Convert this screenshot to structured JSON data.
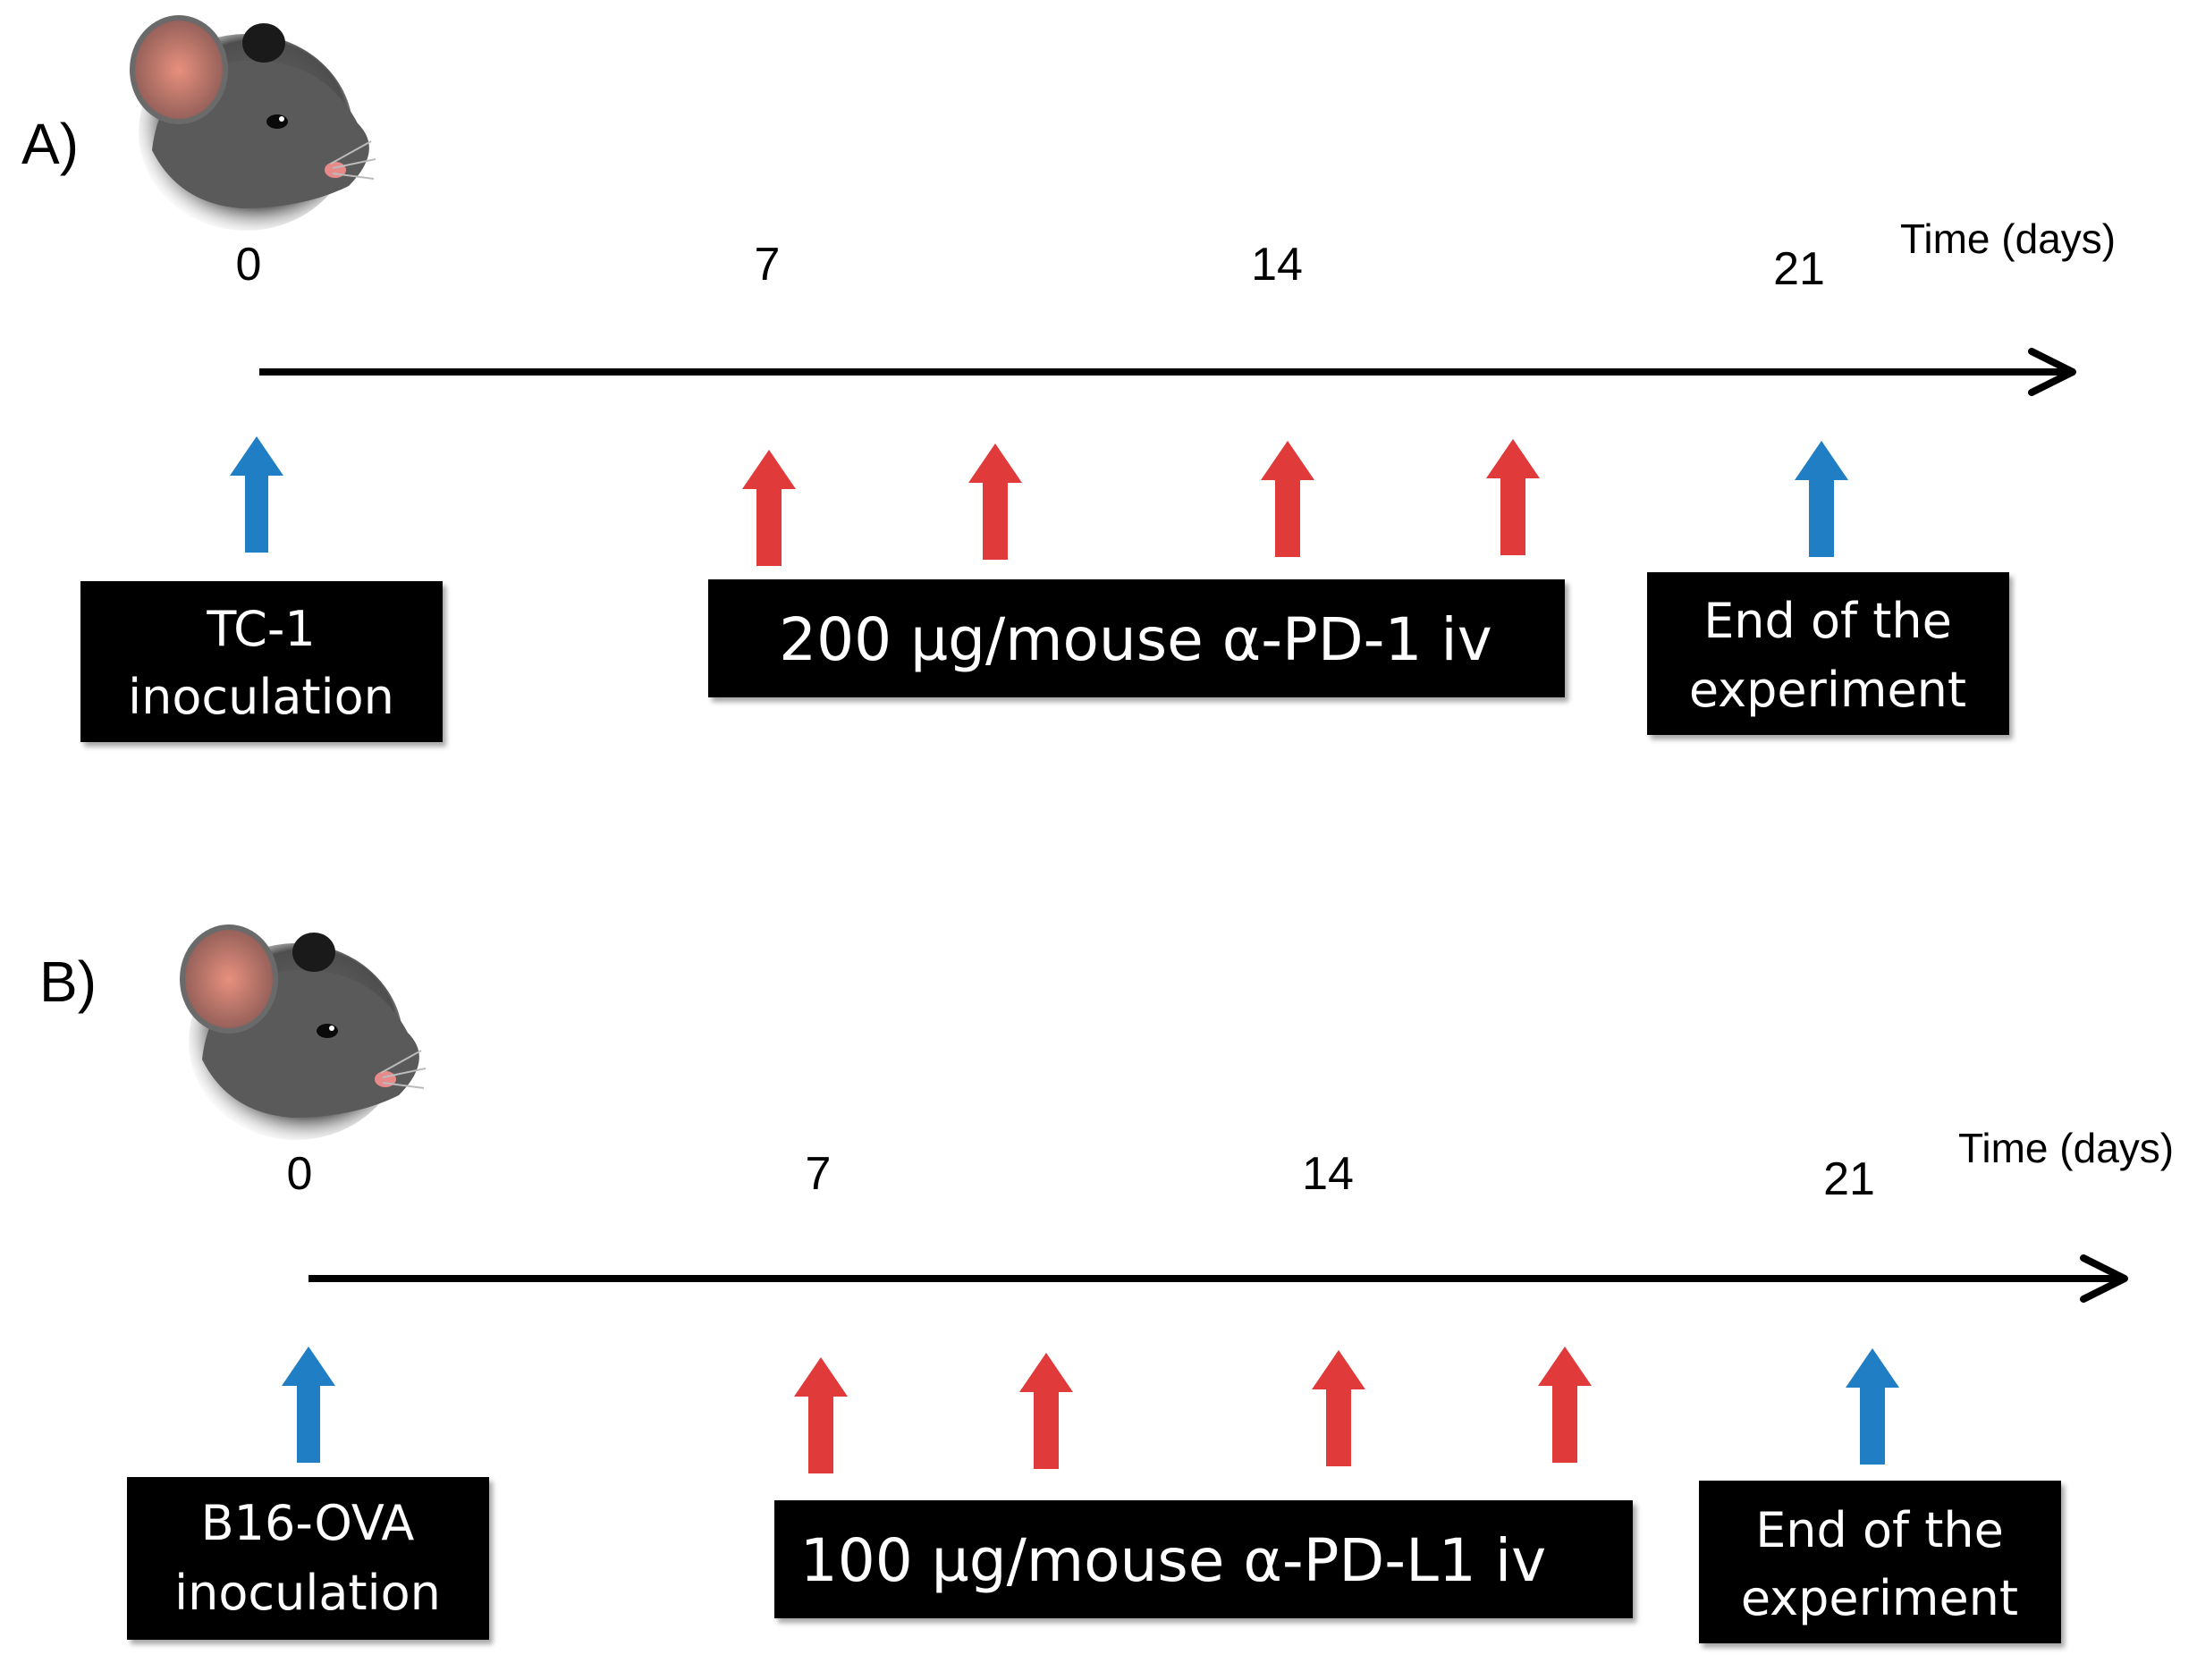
{
  "panels": [
    {
      "label": "A)",
      "axis_label": "Time (days)",
      "ticks": [
        "0",
        "7",
        "14",
        "21"
      ],
      "colors": {
        "start_end_arrow": "#1f7ec4",
        "dose_arrow": "#e03a3a",
        "box_fill": "#000000",
        "box_text": "#ffffff",
        "timeline": "#000000"
      },
      "boxes": {
        "start": [
          "TC-1",
          "inoculation"
        ],
        "treatment": [
          "200 µg/mouse α-PD-1 iv"
        ],
        "end": [
          "End of the",
          "experiment"
        ]
      },
      "icon": "mouse-head-icon"
    },
    {
      "label": "B)",
      "axis_label": "Time (days)",
      "ticks": [
        "0",
        "7",
        "14",
        "21"
      ],
      "colors": {
        "start_end_arrow": "#1f7ec4",
        "dose_arrow": "#e03a3a",
        "box_fill": "#000000",
        "box_text": "#ffffff",
        "timeline": "#000000"
      },
      "boxes": {
        "start": [
          "B16-OVA",
          "inoculation"
        ],
        "treatment": [
          "100 µg/mouse α-PD-L1 iv"
        ],
        "end": [
          "End of the",
          "experiment"
        ]
      },
      "icon": "mouse-head-icon"
    }
  ]
}
